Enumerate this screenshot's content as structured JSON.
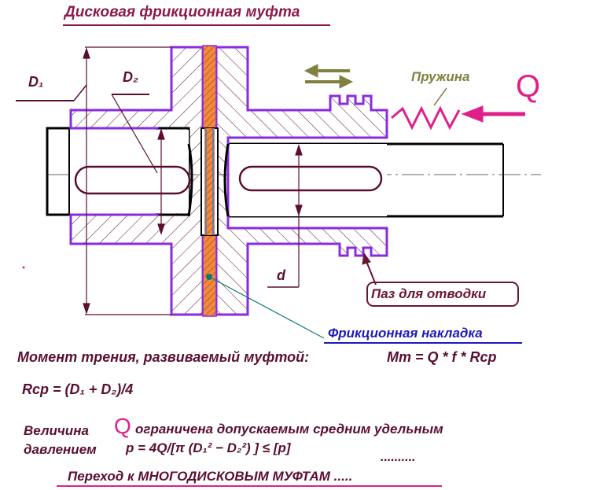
{
  "title": "Дисковая фрикционная муфта",
  "labels": {
    "d1": "D₁",
    "d2": "D₂",
    "d": "d",
    "spring": "Пружина",
    "q": "Q",
    "groove": "Паз для отводки",
    "lining": "Фрикционная накладка"
  },
  "formulas": {
    "moment_text": "Момент трения, развиваемый муфтой:",
    "moment_expr": "Mт = Q * f * Rср",
    "rcp_expr": "Rср = (D₁ + D₂)/4",
    "magnitude_word": "Величина",
    "magnitude_q": "Q",
    "limited_text": "ограничена допускаемым средним удельным",
    "pressure_word": "давлением",
    "pressure_expr": "p = 4Q/[π (D₁² − D₂²) ] ≤ [p]",
    "dots": ".........."
  },
  "footer": "Переход к МНОГОДИСКОВЫМ МУФТАМ .....",
  "colors": {
    "outline": "#8a2be2",
    "hatch": "#5a0f32",
    "lining_fill": "#f08a3c",
    "spring": "#e0208a",
    "arrows": "#808040",
    "leader_teal": "#0b7a75"
  }
}
